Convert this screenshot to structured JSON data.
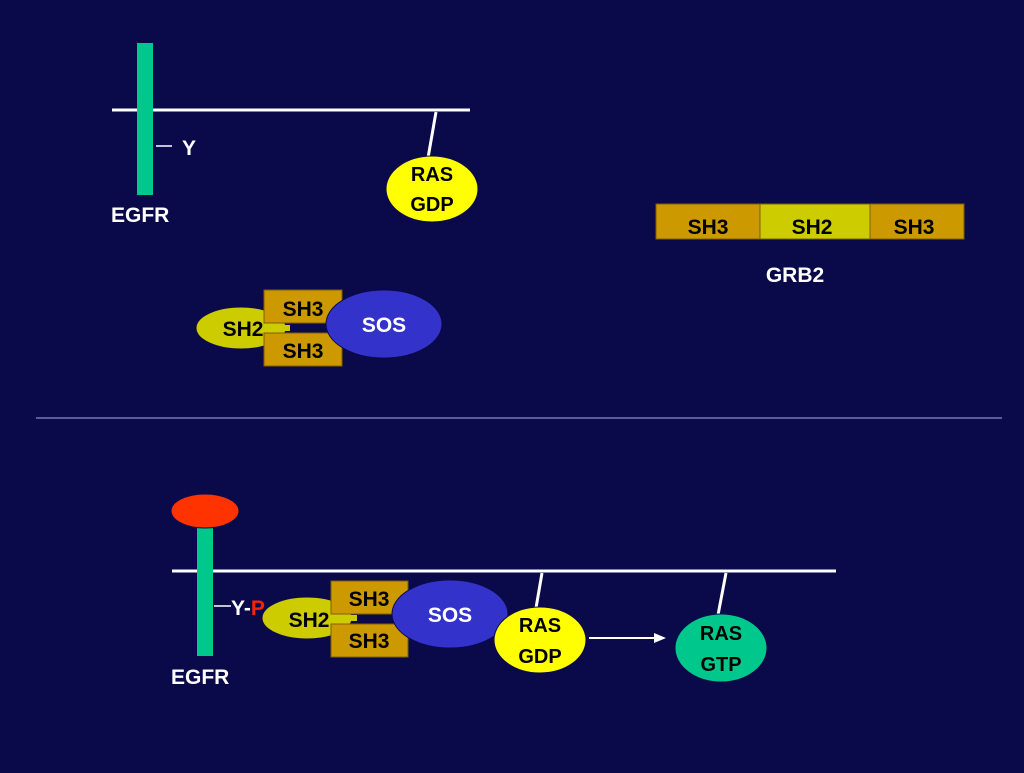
{
  "colors": {
    "background": "#0a0a4a",
    "membrane": "#ffffff",
    "egfr": "#00c88c",
    "ras_gdp": "#ffff00",
    "ras_gtp": "#00c88c",
    "sos": "#3333cc",
    "sh3": "#cc9900",
    "sh2": "#cccc00",
    "ligand": "#ff3300",
    "phospho": "#ff2200",
    "text": "#ffffff"
  },
  "top": {
    "receptor_label": "EGFR",
    "tyrosine_label": "Y",
    "ras": {
      "line1": "RAS",
      "line2": "GDP"
    },
    "grb2": {
      "domains": [
        "SH3",
        "SH2",
        "SH3"
      ],
      "label": "GRB2"
    },
    "complex": {
      "sh3_top": "SH3",
      "sh2": "SH2",
      "sh3_bottom": "SH3",
      "sos": "SOS"
    }
  },
  "bottom": {
    "receptor_label": "EGFR",
    "tyrosine_label": "Y-",
    "phospho_label": "P",
    "complex": {
      "sh3_top": "SH3",
      "sh2": "SH2",
      "sh3_bottom": "SH3",
      "sos": "SOS"
    },
    "ras_gdp": {
      "line1": "RAS",
      "line2": "GDP"
    },
    "ras_gtp": {
      "line1": "RAS",
      "line2": "GTP"
    }
  }
}
